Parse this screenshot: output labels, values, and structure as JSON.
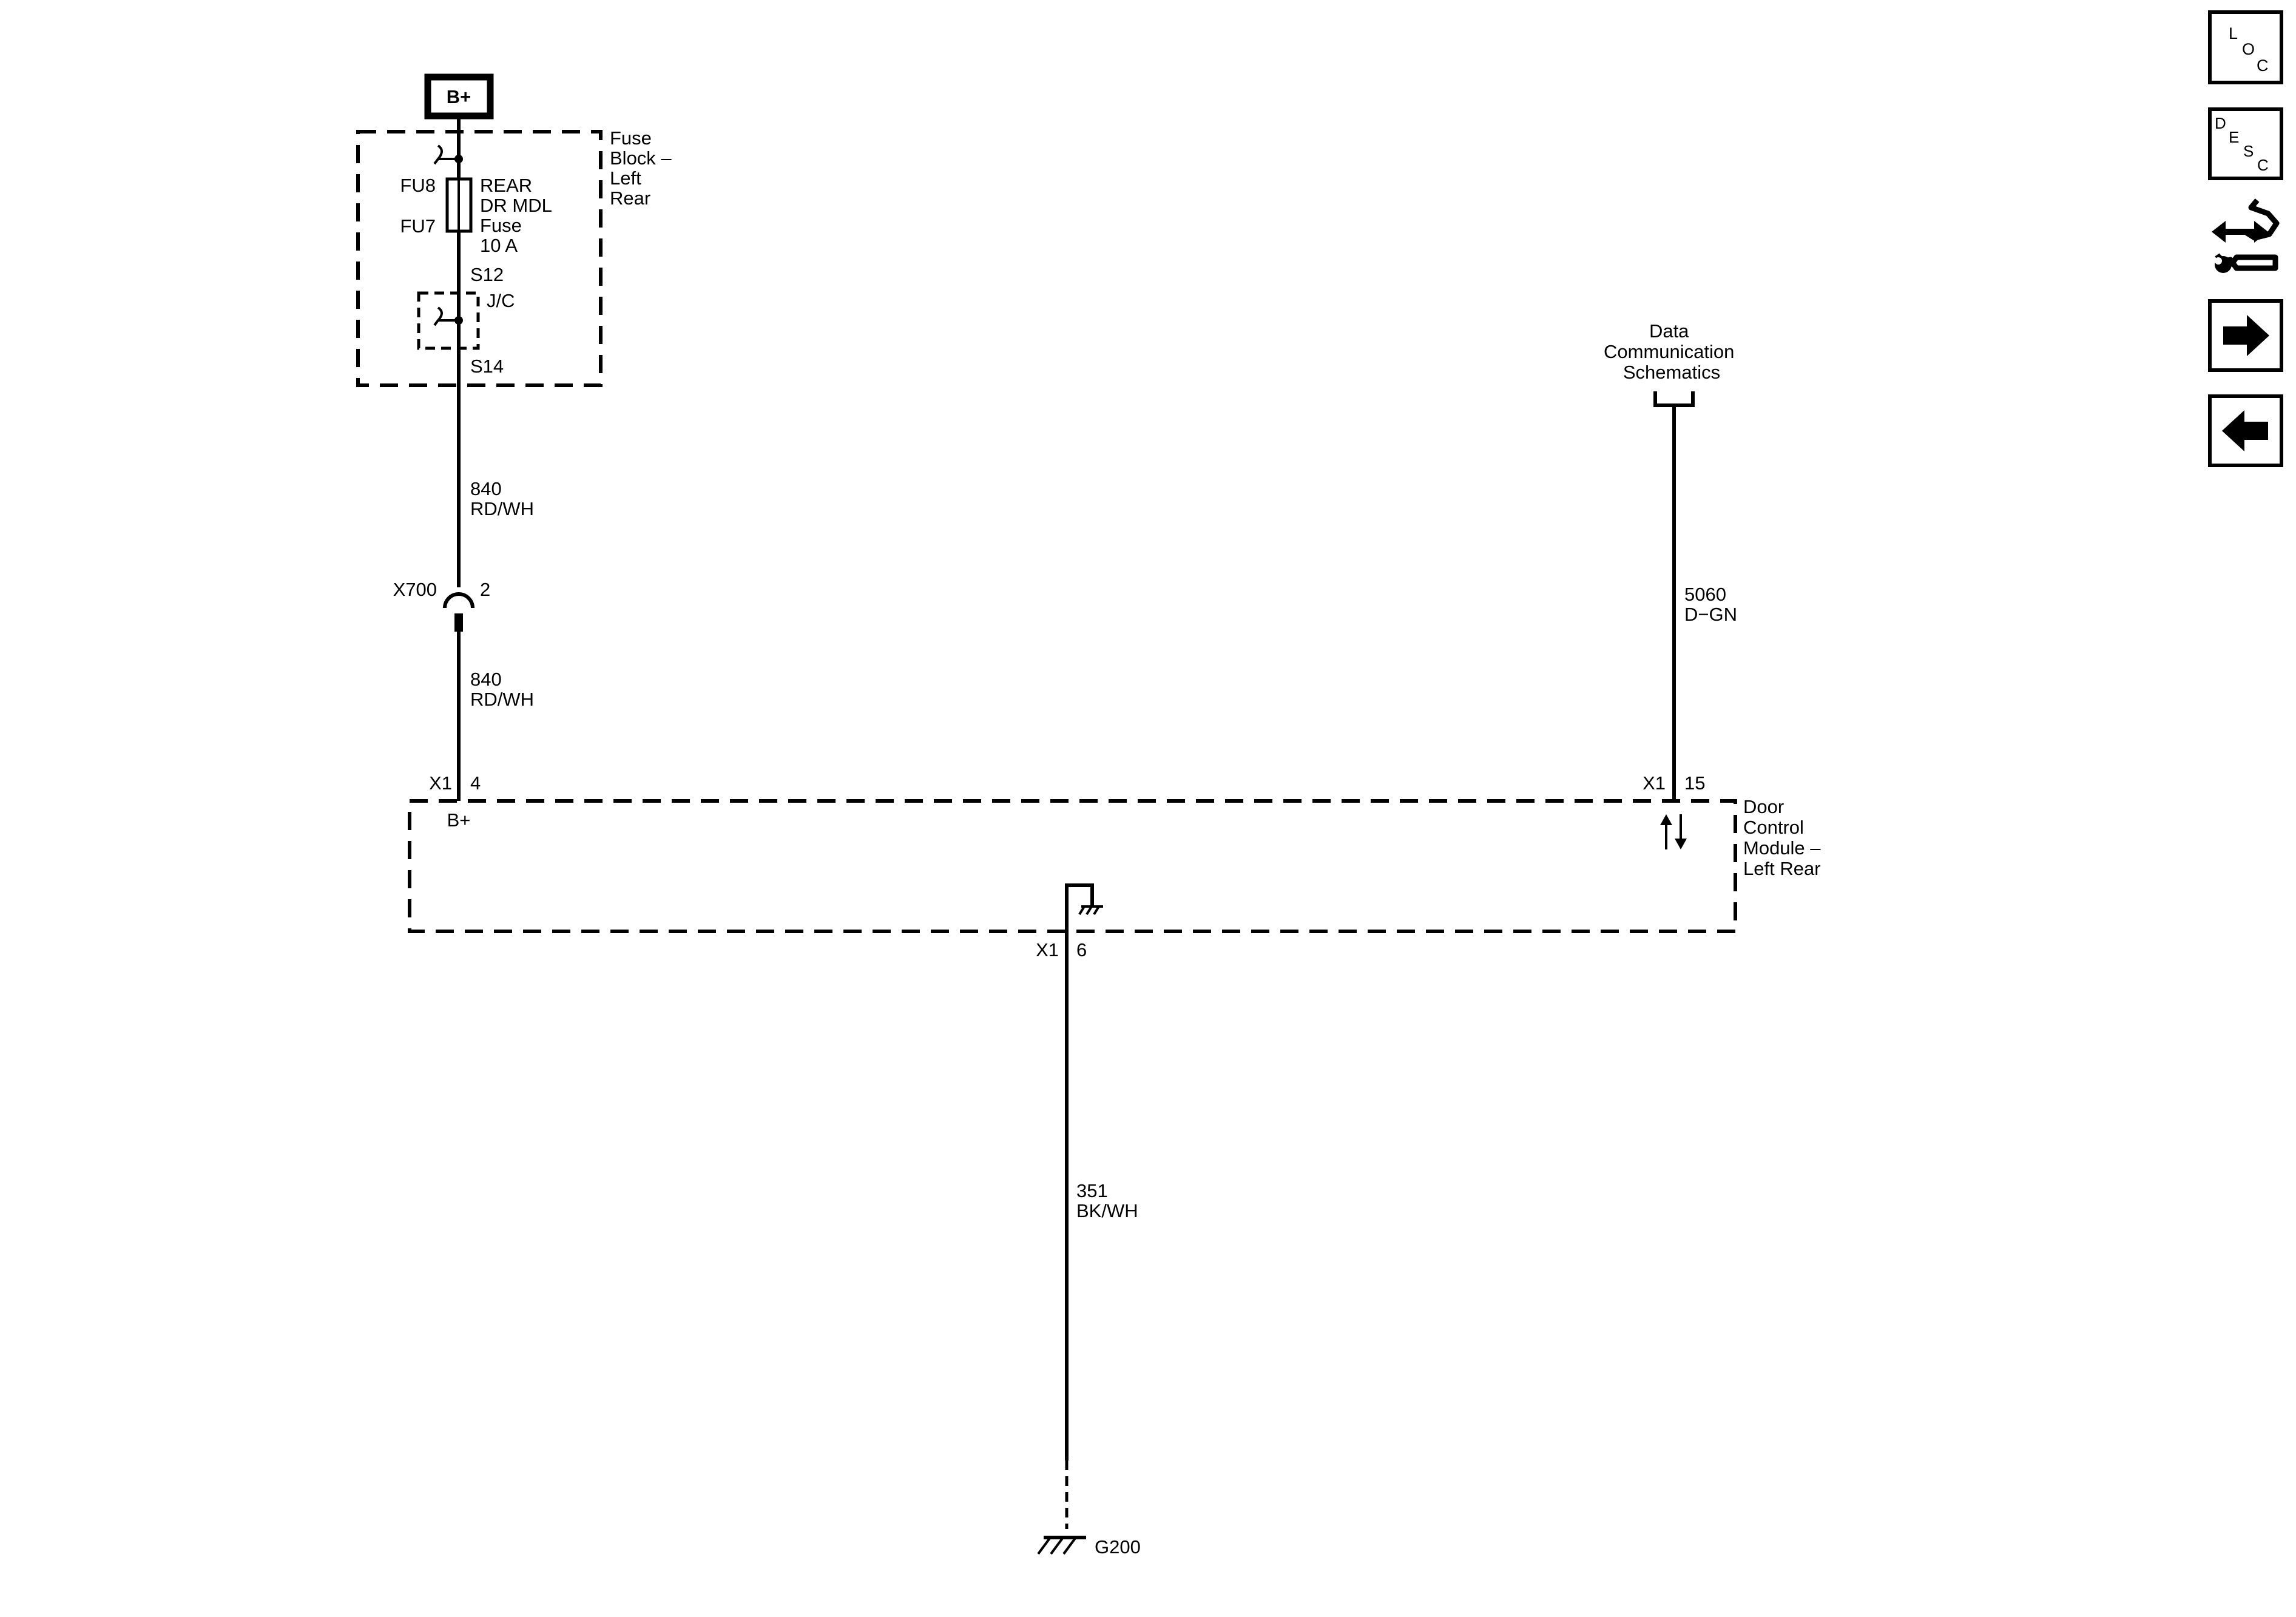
{
  "power": {
    "source_label": "B+"
  },
  "fuse_block": {
    "name_lines": [
      "Fuse",
      "Block –",
      "Left",
      "Rear"
    ],
    "fuse_ref_top": "FU8",
    "fuse_ref_bottom": "FU7",
    "fuse_name_lines": [
      "REAR",
      "DR MDL",
      "Fuse",
      "10 A"
    ],
    "splice_top": "S12",
    "junction_label": "J/C",
    "splice_bottom": "S14"
  },
  "circuits": {
    "power_upper": {
      "number": "840",
      "color": "RD/WH"
    },
    "power_lower": {
      "number": "840",
      "color": "RD/WH"
    },
    "data": {
      "number": "5060",
      "color": "D−GN"
    },
    "ground": {
      "number": "351",
      "color": "BK/WH"
    }
  },
  "inline_connector": {
    "id": "X700",
    "pin": "2"
  },
  "data_reference": {
    "lines": [
      "Data",
      "Communication",
      "Schematics"
    ]
  },
  "module": {
    "name_lines": [
      "Door",
      "Control",
      "Module –",
      "Left Rear"
    ],
    "pins": [
      {
        "connector": "X1",
        "pin": "4",
        "function": "B+"
      },
      {
        "connector": "X1",
        "pin": "15"
      },
      {
        "connector": "X1",
        "pin": "6"
      }
    ]
  },
  "ground": {
    "id": "G200"
  },
  "nav_buttons": [
    {
      "name": "loc",
      "letters": [
        "L",
        "O",
        "C"
      ],
      "icon": "loc-icon"
    },
    {
      "name": "desc",
      "letters": [
        "D",
        "E",
        "S",
        "C"
      ],
      "icon": "desc-icon"
    },
    {
      "name": "tools",
      "icon": "connector-wrench-icon"
    },
    {
      "name": "next",
      "icon": "arrow-right-icon"
    },
    {
      "name": "previous",
      "icon": "arrow-left-icon"
    }
  ]
}
